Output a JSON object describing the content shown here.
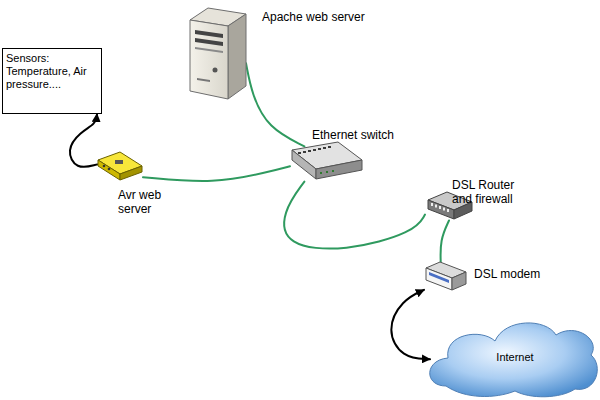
{
  "diagram": {
    "nodes": [
      {
        "text": [
          "Sensors: Temperature, Air pressure...."
        ]
      },
      {
        "text": [
          "Apache web server"
        ]
      },
      {
        "text": [
          "Ethernet switch"
        ]
      },
      {
        "text": [
          "Avr web server"
        ]
      },
      {
        "text": [
          "DSL Router and firewall"
        ]
      },
      {
        "text": [
          "DSL modem"
        ]
      },
      {
        "text": [
          "Internet"
        ]
      }
    ],
    "edges": [
      {
        "from": 3,
        "to": 0,
        "arrow": "to"
      },
      {
        "from": 1,
        "to": 2,
        "arrow": "none"
      },
      {
        "from": 3,
        "to": 2,
        "arrow": "none"
      },
      {
        "from": 2,
        "to": 4,
        "arrow": "none"
      },
      {
        "from": 4,
        "to": 5,
        "arrow": "none"
      },
      {
        "from": 5,
        "to": 6,
        "arrow": "both"
      }
    ]
  }
}
